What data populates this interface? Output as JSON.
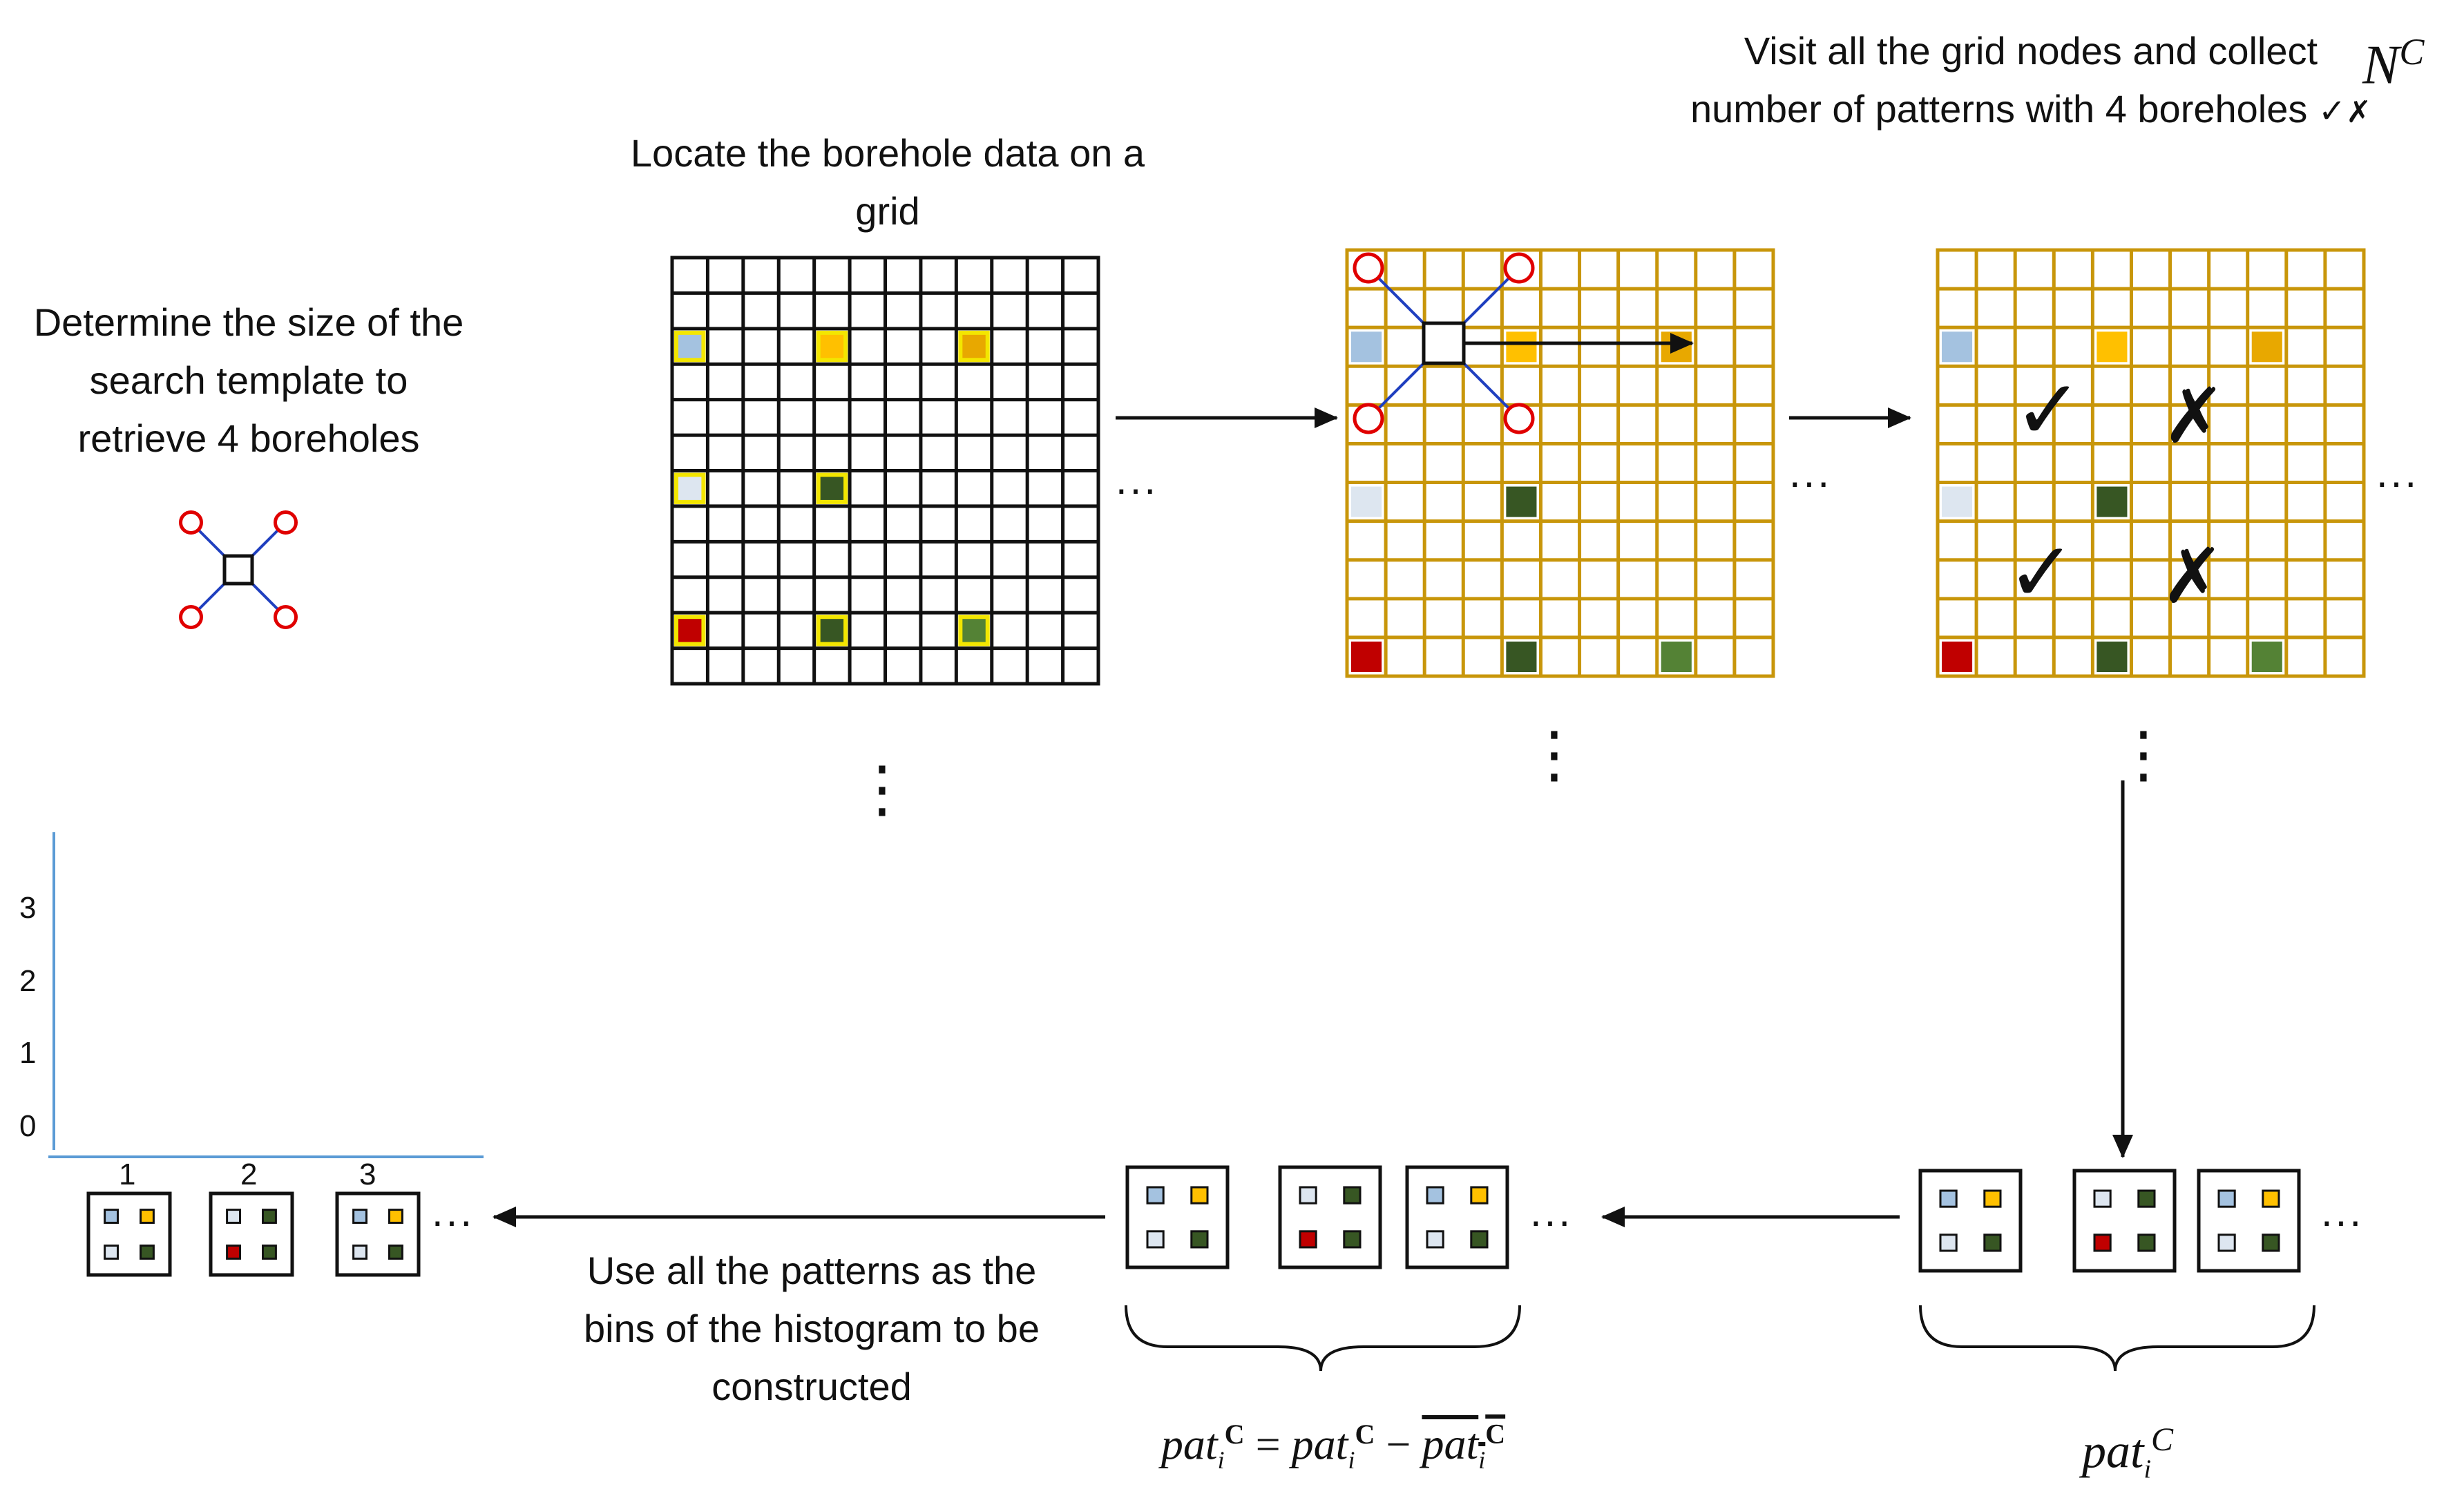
{
  "labels": {
    "template_size": "Determine the size of the search template to retrieve 4 boreholes",
    "locate": "Locate the borehole data on a grid",
    "visit_text": "Visit all the grid nodes and collect number of patterns with 4 boreholes",
    "visit_symbol": "N",
    "visit_superscript": "C",
    "check_mark": "✓",
    "cross_mark": "✗",
    "use_patterns": "Use all the patterns as the bins of the histogram to be constructed",
    "ellipsis_h": "...",
    "ellipsis_v": "⋮"
  },
  "formulas": {
    "pat_c_base": "pat",
    "pat_c_sub": "i",
    "pat_c_sup": "C",
    "centered_lhs_base": "pat",
    "centered_lhs_sub": "i",
    "centered_lhs_sup": "C",
    "centered_eq": "=",
    "centered_minus": "−"
  },
  "histogram": {
    "y_ticks": [
      "0",
      "1",
      "2",
      "3"
    ],
    "x_ticks": [
      "1",
      "2",
      "3"
    ]
  },
  "colors": {
    "grid_black": "#111111",
    "grid_gold": "#c8960a",
    "light_blue": "#a4c2e0",
    "light_blue2": "#dde6f0",
    "yellow": "#ffc000",
    "orange": "#e8a800",
    "dark_green": "#375623",
    "green": "#548235",
    "red": "#c00000",
    "template_red": "#e00000",
    "template_blue": "#1f3fbf",
    "axis_blue": "#5b9bd5",
    "highlight_yellow": "#f3e600"
  },
  "icons": {
    "template": "search-template-icon",
    "arrow": "arrow-icon",
    "check": "check-icon",
    "cross": "cross-icon"
  }
}
